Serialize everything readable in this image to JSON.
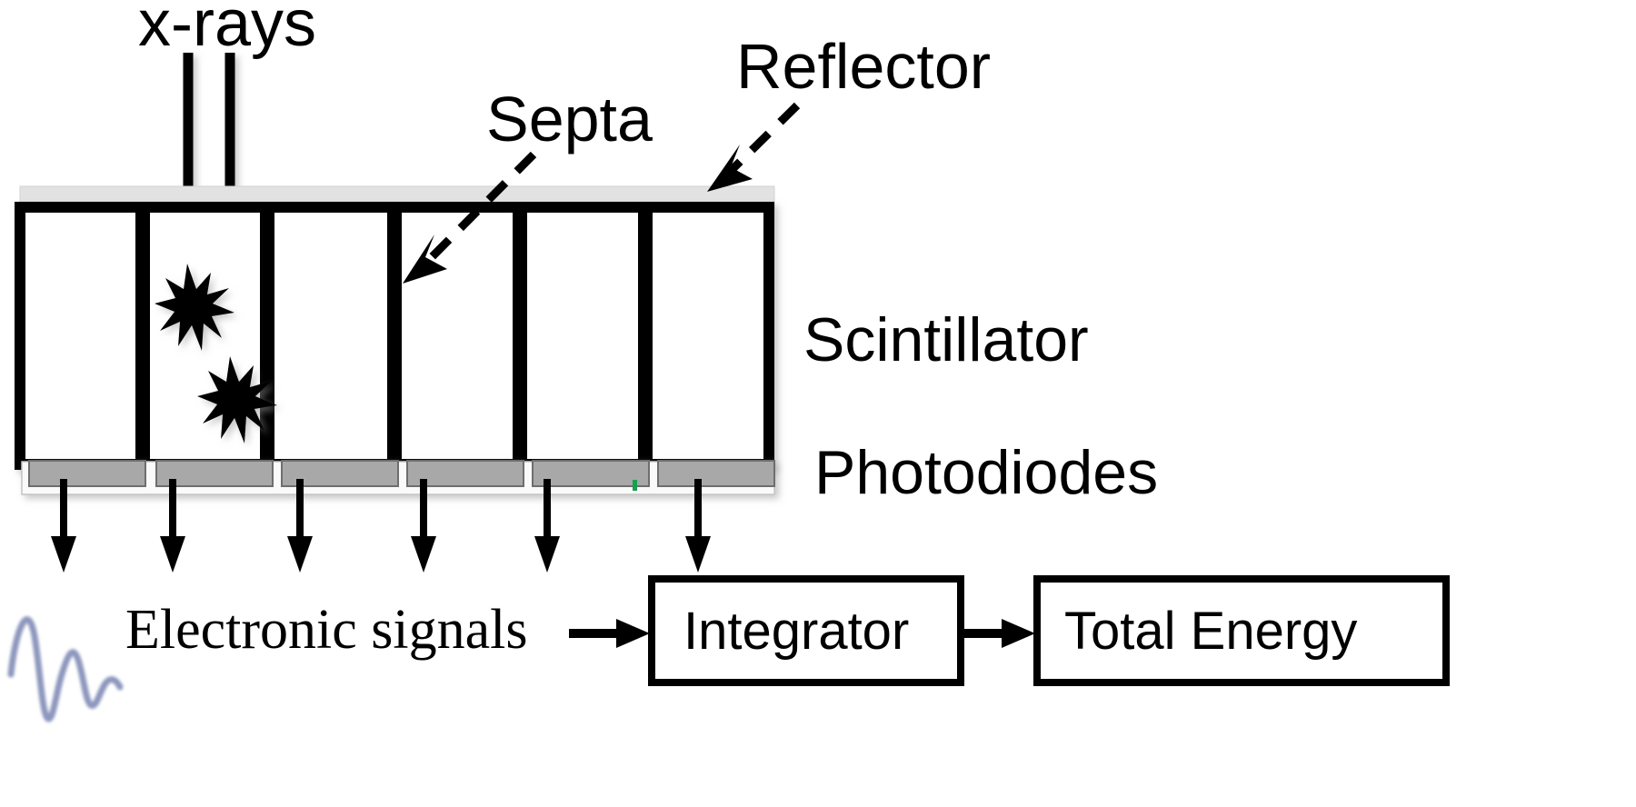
{
  "figure": {
    "kind": "scintillator-detector-schematic",
    "background_color": "#ffffff"
  },
  "labels": {
    "xrays": "x-rays",
    "septa": "Septa",
    "reflector": "Reflector",
    "scintillator": "Scintillator",
    "photodiodes": "Photodiodes",
    "electronic_signals": "Electronic  signals"
  },
  "boxes": {
    "integrator": "Integrator",
    "total_energy": "Total Energy"
  },
  "colors": {
    "outline": "#000000",
    "reflector_fill": "#e2e2e2",
    "photodiode_fill": "#a8a8a8",
    "photodiode_edge": "#6e6e6e",
    "substrate_fill": "#fafafa",
    "waveform": "#8d97bd",
    "green_dot": "#12a050"
  },
  "structure": {
    "septa_count": 7,
    "scintillator_channels": 6,
    "photodiode_count": 6,
    "signal_arrow_count": 6,
    "xray_beam_count": 2,
    "interaction_burst_count": 2
  },
  "icons": {
    "waveform": "waveform-icon",
    "burst": "scintillation-burst-icon",
    "arrow": "arrow-icon"
  },
  "annotations": {
    "septa_pointer": "dashed-arrow",
    "reflector_pointer": "dashed-arrow",
    "flow": [
      "Electronic  signals",
      "Integrator",
      "Total Energy"
    ]
  }
}
